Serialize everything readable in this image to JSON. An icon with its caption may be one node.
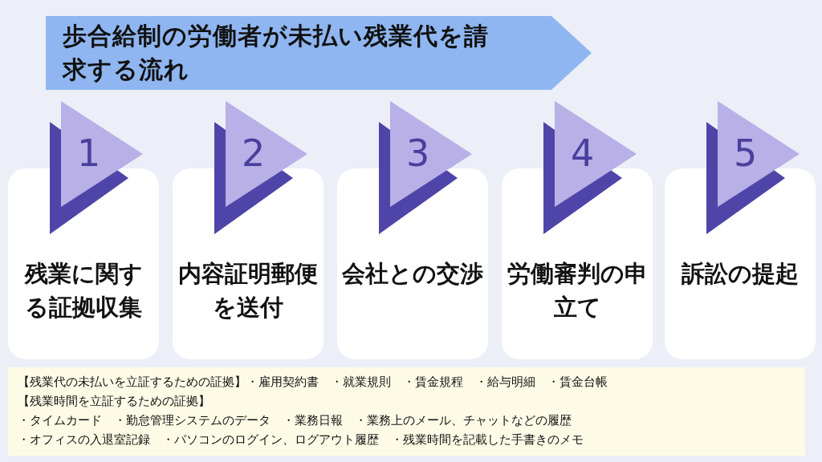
{
  "diagram": {
    "title": "歩合給制の労働者が未払い残業代を請求する流れ",
    "nodes": [
      {
        "text": [
          "1",
          "残業に関する証拠収集"
        ]
      },
      {
        "text": [
          "2",
          "内容証明郵便を送付"
        ]
      },
      {
        "text": [
          "3",
          "会社との交渉"
        ]
      },
      {
        "text": [
          "4",
          "労働審判の申立て"
        ]
      },
      {
        "text": [
          "5",
          "訴訟の提起"
        ]
      },
      {
        "text": [
          "【残業代の未払いを立証するための証拠】・雇用契約書　・就業規則　・賃金規程　・給与明細　・賃金台帳",
          "【残業時間を立証するための証拠】",
          "・タイムカード　・勤怠管理システムのデータ　・業務日報　・業務上のメール、チャットなどの履歴",
          "・オフィスの入退室記録　・パソコンのログイン、ログアウト履歴　・残業時間を記載した手書きのメモ"
        ]
      }
    ],
    "edges": []
  }
}
